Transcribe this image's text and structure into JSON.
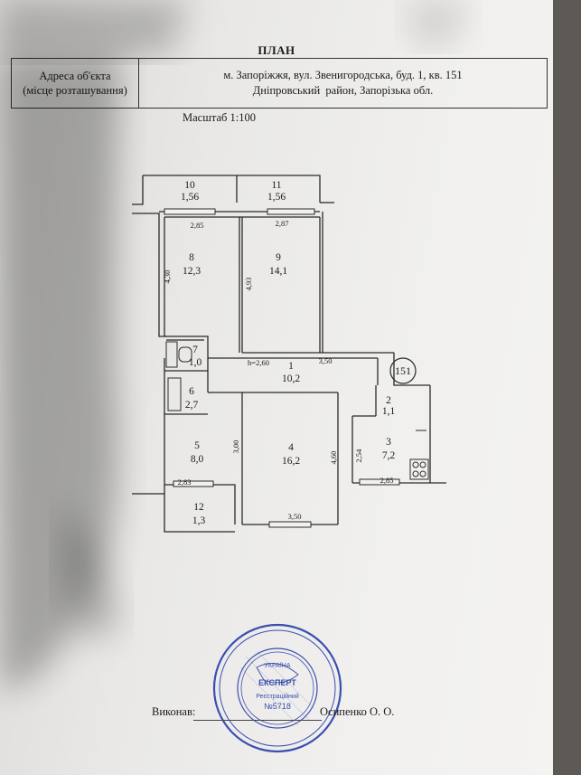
{
  "document": {
    "title": "ПЛАН",
    "address_label_line1": "Адреса об'єкта",
    "address_label_line2": "(місце розташування)",
    "address_line1": "м. Запоріжжя, вул. Звенигородська, буд. 1, кв. 151",
    "address_line2": "Дніпровський  район, Запорізька обл.",
    "scale": "Масштаб 1:100",
    "performed_by_label": "Виконав:",
    "performer_name": "Осипенко О. О."
  },
  "floor_plan": {
    "apartment_number": "151",
    "ceiling_height": "h=2,60",
    "rooms": [
      {
        "number": "10",
        "area": "1,56"
      },
      {
        "number": "11",
        "area": "1,56"
      },
      {
        "number": "8",
        "area": "12,3"
      },
      {
        "number": "9",
        "area": "14,1"
      },
      {
        "number": "7",
        "area": "1,0"
      },
      {
        "number": "1",
        "area": "10,2"
      },
      {
        "number": "6",
        "area": "2,7"
      },
      {
        "number": "2",
        "area": "1,1"
      },
      {
        "number": "5",
        "area": "8,0"
      },
      {
        "number": "4",
        "area": "16,2"
      },
      {
        "number": "3",
        "area": "7,2"
      },
      {
        "number": "12",
        "area": "1,3"
      }
    ],
    "dimensions": {
      "r8_top": "2,85",
      "r9_top": "2,87",
      "r8_side": "4,30",
      "r9_side": "4,93",
      "hall": "3,50",
      "r5_side": "3,00",
      "r4_side": "4,60",
      "r3_side": "2,54",
      "r5_bottom": "2,83",
      "r3_bottom": "2,85",
      "r4_bottom": "3,50"
    }
  },
  "stamp": {
    "center_word": "ЕКСПЕРТ",
    "registry_label": "Реєстраційний",
    "registry_number": "№5718",
    "country": "УКРАЇНА"
  }
}
